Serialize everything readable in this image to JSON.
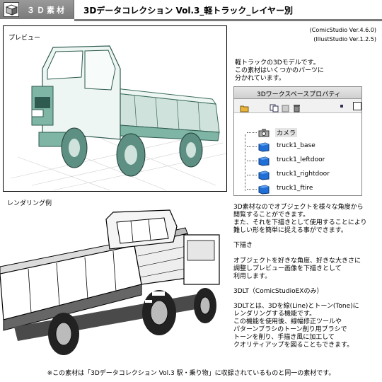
{
  "header": {
    "badge": "３Ｄ素材",
    "title": "3Dデータコレクション Vol.3_軽トラック_レイヤー別"
  },
  "preview": {
    "title": "プレビュー"
  },
  "versions": [
    "(ComicStudio Ver.4.6.0)",
    "(IllustStudio Ver.1.2.5)"
  ],
  "description": [
    "軽トラックの3Dモデルです。",
    "この素材はいくつかのパーツに",
    "分かれています。"
  ],
  "panel": {
    "title": "3Dワークスペースプロパティ",
    "items": [
      {
        "label": "カメラ",
        "icon": "camera-icon"
      },
      {
        "label": "truck1_base",
        "icon": "cube-icon"
      },
      {
        "label": "truck1_leftdoor",
        "icon": "cube-icon"
      },
      {
        "label": "truck1_rightdoor",
        "icon": "cube-icon"
      },
      {
        "label": "truck1_ftire",
        "icon": "cube-icon"
      }
    ]
  },
  "rendering": {
    "title": "レンダリング例"
  },
  "blocks": {
    "intro": [
      "3D素材なのでオブジェクトを様々な角度から",
      "閲覧することができます。",
      "また、それを下描きとして使用することにより",
      "難しい形を簡単に捉える事ができます。"
    ],
    "sketch_title": "下描き",
    "sketch": [
      "オブジェクトを好きな角度、好きな大きさに",
      "調整しプレビュー画像を下描きとして",
      "利用します。"
    ],
    "dlt_title": "3DLT（ComicStudioEXのみ）",
    "dlt": [
      "3DLTとは、3Dを線(Line)とトーン(Tone)に",
      "レンダリングする機能です。",
      "この機能を使用後、線幅修正ツールや",
      "パターンブラシのトーン削り用ブラシで",
      "トーンを削り、手描き風に加工して",
      "クオリティアップを図ることもできます。"
    ]
  },
  "footer": "※この素材は「3Dデータコレクション Vol.3 駅・乗り物」に収録されているものと同一の素材です。",
  "colors": {
    "cube": "#1f6fd6",
    "truck": "#7fb5a5",
    "header": "#8a8a8a"
  }
}
